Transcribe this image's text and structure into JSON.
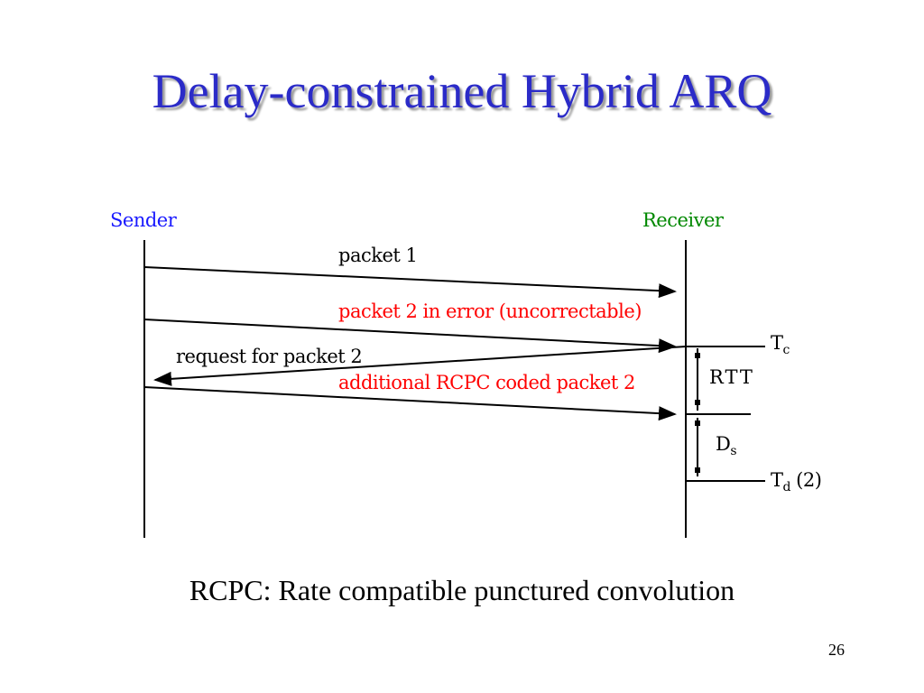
{
  "title": "Delay-constrained Hybrid ARQ",
  "diagram": {
    "sender_label": "Sender",
    "receiver_label": "Receiver",
    "messages": [
      {
        "text": "packet 1",
        "direction": "to-receiver",
        "color": "#000000"
      },
      {
        "text": "packet 2 in error (uncorrectable)",
        "direction": "to-receiver",
        "color": "#ff0000"
      },
      {
        "text": "request for packet 2",
        "direction": "to-sender",
        "color": "#000000"
      },
      {
        "text": "additional RCPC coded packet 2",
        "direction": "to-receiver",
        "color": "#ff0000"
      }
    ],
    "rtt_label": "RTT",
    "tc_label": "T",
    "tc_sub": "c",
    "ds_label": "D",
    "ds_sub": "s",
    "td_label": "T",
    "td_sub": "d",
    "td_suffix": "(2)"
  },
  "caption": "RCPC: Rate compatible punctured convolution",
  "page_number": "26",
  "colors": {
    "title": "#2b2bc8",
    "sender": "#1a1aff",
    "receiver": "#008800",
    "error": "#ff0000",
    "line": "#000000"
  }
}
